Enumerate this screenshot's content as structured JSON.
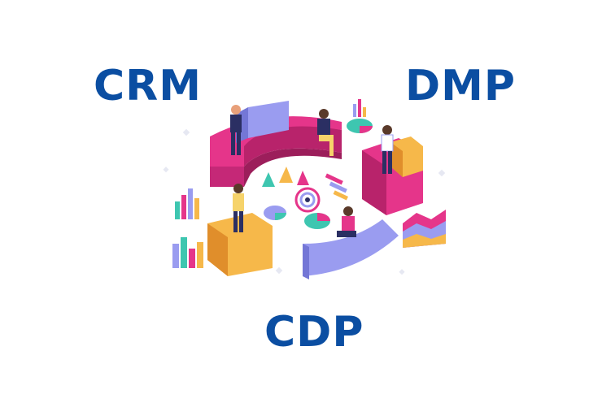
{
  "labels": {
    "crm": "CRM",
    "dmp": "DMP",
    "cdp": "CDP"
  },
  "colors": {
    "label_blue": "#0b4ea2",
    "magenta": "#e5358a",
    "magenta_dark": "#b8236b",
    "lavender": "#9a9cf0",
    "lavender_dark": "#7477d6",
    "orange": "#f6b84a",
    "orange_dark": "#e08e2b",
    "teal": "#3ec6b0",
    "navy": "#2b2f63"
  }
}
